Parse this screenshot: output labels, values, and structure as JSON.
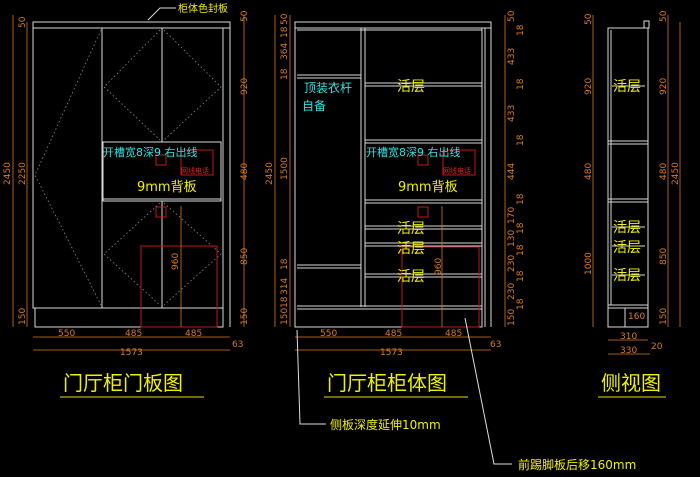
{
  "annotations": {
    "edge_banding": "柜体色封板",
    "side_extend": "侧板深度延伸10mm",
    "kick_back": "前踢脚板后移160mm",
    "groove": "开槽宽8深9  右出线",
    "back_panel": "9mm背板",
    "socket": "网线电话",
    "hanging_rod_1": "顶装衣杆",
    "hanging_rod_2": "自备",
    "shelf": "活层"
  },
  "titles": {
    "door": "门厅柜门板图",
    "body": "门厅柜柜体图",
    "side": "侧视图"
  },
  "door_dims": {
    "total": "2450",
    "inner": "2250",
    "top": "50",
    "top_r": "50",
    "d1": "920",
    "d2": "480",
    "d3": "850",
    "d4": "150",
    "d5": "150",
    "low": "960",
    "w1": "550",
    "w2": "485",
    "w3": "485",
    "wt": "1573",
    "ws": "63"
  },
  "body_dims": {
    "total": "2450",
    "left": [
      "50",
      "18",
      "364",
      "18",
      "1500",
      "18",
      "314",
      "18",
      "150"
    ],
    "right": [
      "50",
      "18",
      "433",
      "18",
      "433",
      "18",
      "444",
      "18",
      "170",
      "18",
      "130",
      "18",
      "230",
      "18",
      "230",
      "18",
      "150"
    ],
    "low": "960",
    "w1": "550",
    "w2": "485",
    "w3": "485",
    "wt": "1573",
    "ws": "63"
  },
  "side_dims": {
    "left": [
      "50",
      "920",
      "480",
      "1000"
    ],
    "right": [
      "50",
      "920",
      "480",
      "850",
      "150"
    ],
    "total": "2450",
    "kick": "160",
    "w1": "310",
    "w2": "330",
    "ws": "20"
  }
}
